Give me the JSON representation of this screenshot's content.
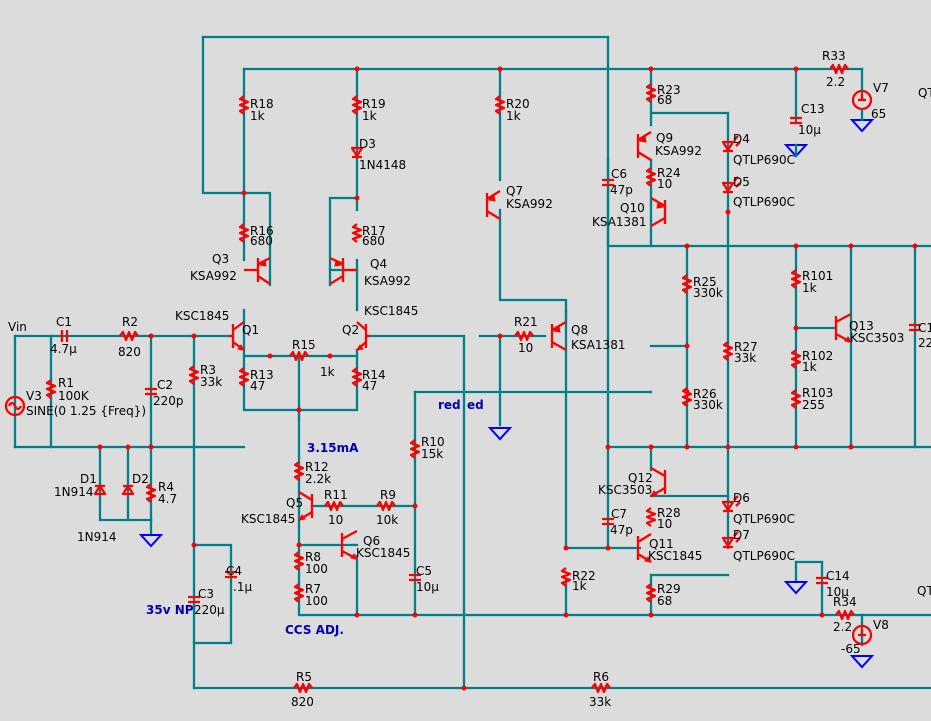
{
  "components": {
    "R1": {
      "ref": "R1",
      "value": "100K"
    },
    "R2": {
      "ref": "R2",
      "value": "820"
    },
    "R3": {
      "ref": "R3",
      "value": "33k"
    },
    "R4": {
      "ref": "R4",
      "value": "4.7"
    },
    "R5": {
      "ref": "R5",
      "value": "820"
    },
    "R6": {
      "ref": "R6",
      "value": "33k"
    },
    "R7": {
      "ref": "R7",
      "value": "100"
    },
    "R8": {
      "ref": "R8",
      "value": "100"
    },
    "R9": {
      "ref": "R9",
      "value": "10k"
    },
    "R10": {
      "ref": "R10",
      "value": "15k"
    },
    "R11": {
      "ref": "R11",
      "value": "10"
    },
    "R12": {
      "ref": "R12",
      "value": "2.2k"
    },
    "R13": {
      "ref": "R13",
      "value": "47"
    },
    "R14": {
      "ref": "R14",
      "value": "47"
    },
    "R15": {
      "ref": "R15",
      "value": "1k"
    },
    "R16": {
      "ref": "R16",
      "value": "680"
    },
    "R17": {
      "ref": "R17",
      "value": "680"
    },
    "R18": {
      "ref": "R18",
      "value": "1k"
    },
    "R19": {
      "ref": "R19",
      "value": "1k"
    },
    "R20": {
      "ref": "R20",
      "value": "1k"
    },
    "R21": {
      "ref": "R21",
      "value": "10"
    },
    "R22": {
      "ref": "R22",
      "value": "1k"
    },
    "R23": {
      "ref": "R23",
      "value": "68"
    },
    "R24": {
      "ref": "R24",
      "value": "10"
    },
    "R25": {
      "ref": "R25",
      "value": "330k"
    },
    "R26": {
      "ref": "R26",
      "value": "330k"
    },
    "R27": {
      "ref": "R27",
      "value": "33k"
    },
    "R28": {
      "ref": "R28",
      "value": "10"
    },
    "R29": {
      "ref": "R29",
      "value": "68"
    },
    "R33": {
      "ref": "R33",
      "value": "2.2"
    },
    "R34": {
      "ref": "R34",
      "value": "2.2"
    },
    "R101": {
      "ref": "R101",
      "value": "1k"
    },
    "R102": {
      "ref": "R102",
      "value": "1k"
    },
    "R103": {
      "ref": "R103",
      "value": "255"
    },
    "C1": {
      "ref": "C1",
      "value": "4.7µ"
    },
    "C2": {
      "ref": "C2",
      "value": "220p"
    },
    "C3": {
      "ref": "C3",
      "value": "220µ"
    },
    "C4": {
      "ref": "C4",
      "value": ".1µ"
    },
    "C5": {
      "ref": "C5",
      "value": "10µ"
    },
    "C6": {
      "ref": "C6",
      "value": "47p"
    },
    "C7": {
      "ref": "C7",
      "value": "47p"
    },
    "C13": {
      "ref": "C13",
      "value": "10µ"
    },
    "C14": {
      "ref": "C14",
      "value": "10µ"
    },
    "C1x": {
      "ref": "C1",
      "value": "22"
    },
    "D1": {
      "ref": "D1",
      "value": "1N914"
    },
    "D2": {
      "ref": "D2",
      "value": "1N914"
    },
    "D3": {
      "ref": "D3",
      "value": "1N4148"
    },
    "D4": {
      "ref": "D4",
      "value": "QTLP690C"
    },
    "D5": {
      "ref": "D5",
      "value": "QTLP690C"
    },
    "D6": {
      "ref": "D6",
      "value": "QTLP690C"
    },
    "D7": {
      "ref": "D7",
      "value": "QTLP690C"
    },
    "Q1": {
      "ref": "Q1",
      "value": "KSC1845"
    },
    "Q2": {
      "ref": "Q2",
      "value": "KSC1845"
    },
    "Q3": {
      "ref": "Q3",
      "value": "KSA992"
    },
    "Q4": {
      "ref": "Q4",
      "value": "KSA992"
    },
    "Q5": {
      "ref": "Q5",
      "value": "KSC1845"
    },
    "Q6": {
      "ref": "Q6",
      "value": "KSC1845"
    },
    "Q7": {
      "ref": "Q7",
      "value": "KSA992"
    },
    "Q8": {
      "ref": "Q8",
      "value": "KSA1381"
    },
    "Q9": {
      "ref": "Q9",
      "value": "KSA992"
    },
    "Q10": {
      "ref": "Q10",
      "value": "KSA1381"
    },
    "Q11": {
      "ref": "Q11",
      "value": "KSC1845"
    },
    "Q12": {
      "ref": "Q12",
      "value": "KSC3503"
    },
    "Q13": {
      "ref": "Q13",
      "value": "KSC3503"
    },
    "V3": {
      "ref": "V3",
      "value": "SINE(0 1.25 {Freq})"
    },
    "V7": {
      "ref": "V7",
      "value": "65"
    },
    "V8": {
      "ref": "V8",
      "value": "-65"
    },
    "QT_top": "QT",
    "QT_bot": "QT"
  },
  "net_labels": {
    "vin": "Vin"
  },
  "annotations": {
    "current": "3.15mA",
    "ccs": "CCS ADJ.",
    "np": "35v NP",
    "red": "red",
    "ed": "ed"
  },
  "colors": {
    "wire": "#00808a",
    "component": "#ff0000",
    "ground": "#0000ff",
    "label": "#000000",
    "annotation": "#0000b0",
    "background": "#dcdcdc"
  }
}
